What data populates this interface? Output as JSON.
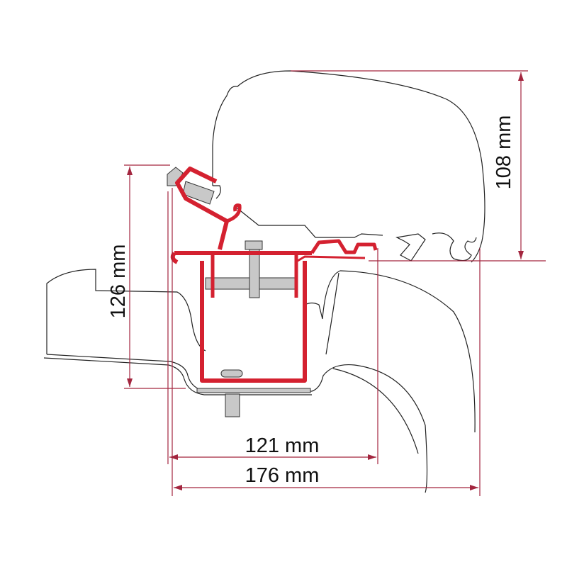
{
  "dimensions": {
    "height_awning": "108 mm",
    "height_bracket": "126 mm",
    "width_inner": "121 mm",
    "width_outer": "176 mm"
  },
  "colors": {
    "bracket": "#d42130",
    "dimension_line": "#a3263f",
    "outline": "#222222",
    "hardware": "#c8c8c8"
  }
}
